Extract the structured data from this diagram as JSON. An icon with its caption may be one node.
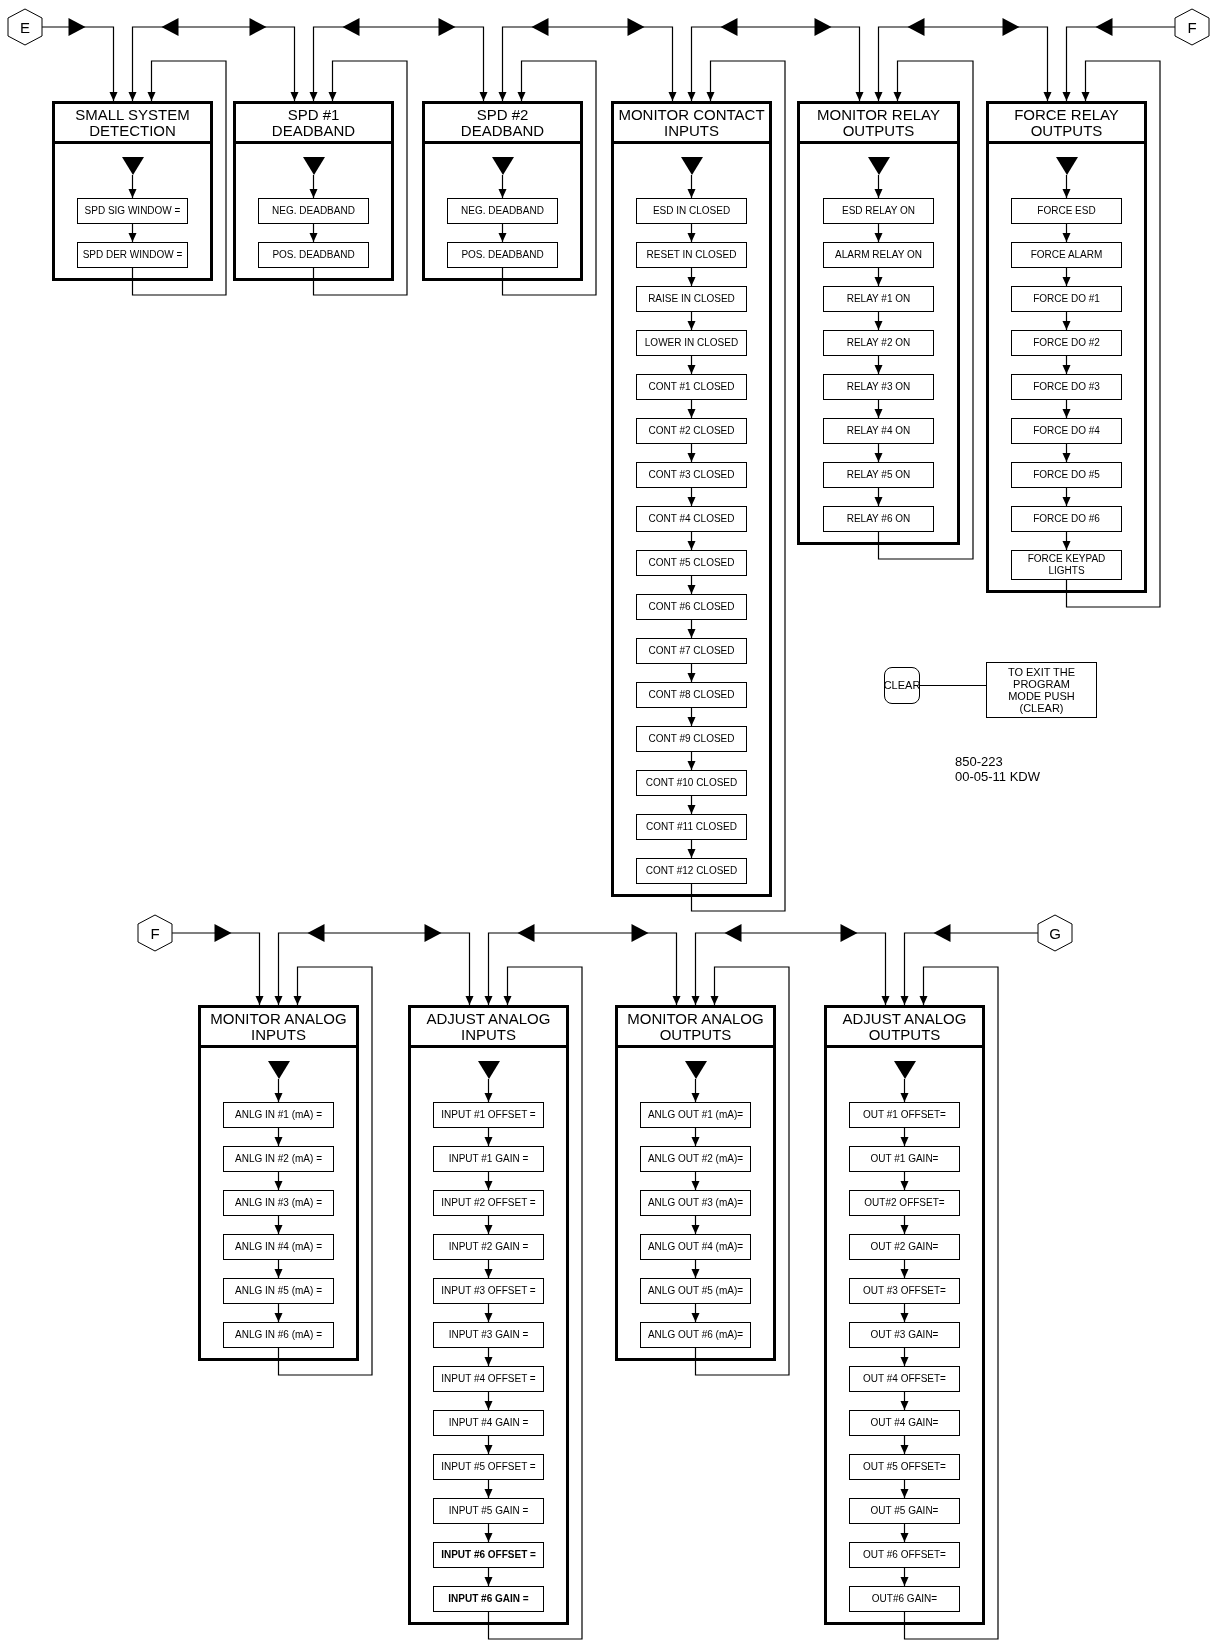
{
  "diagram": {
    "nodes": [
      {
        "text": [
          "E"
        ]
      },
      {
        "text": [
          "SMALL SYSTEM DETECTION"
        ]
      },
      {
        "text": [
          "SPD SIG WINDOW ="
        ],
        "in": 1
      },
      {
        "text": [
          "SPD DER WINDOW ="
        ],
        "in": 1
      },
      {
        "text": [
          "SPD #1 DEADBAND"
        ]
      },
      {
        "text": [
          "NEG. DEADBAND"
        ],
        "in": 4
      },
      {
        "text": [
          "POS. DEADBAND"
        ],
        "in": 4
      },
      {
        "text": [
          "SPD #2 DEADBAND"
        ]
      },
      {
        "text": [
          "NEG. DEADBAND"
        ],
        "in": 7
      },
      {
        "text": [
          "POS. DEADBAND"
        ],
        "in": 7
      },
      {
        "text": [
          "MONITOR CONTACT INPUTS"
        ]
      },
      {
        "text": [
          "ESD IN CLOSED"
        ],
        "in": 10
      },
      {
        "text": [
          "RESET IN CLOSED"
        ],
        "in": 10
      },
      {
        "text": [
          "RAISE IN CLOSED"
        ],
        "in": 10
      },
      {
        "text": [
          "LOWER IN CLOSED"
        ],
        "in": 10
      },
      {
        "text": [
          "CONT #1 CLOSED"
        ],
        "in": 10
      },
      {
        "text": [
          "CONT #2 CLOSED"
        ],
        "in": 10
      },
      {
        "text": [
          "CONT #3 CLOSED"
        ],
        "in": 10
      },
      {
        "text": [
          "CONT #4 CLOSED"
        ],
        "in": 10
      },
      {
        "text": [
          "CONT #5 CLOSED"
        ],
        "in": 10
      },
      {
        "text": [
          "CONT #6 CLOSED"
        ],
        "in": 10
      },
      {
        "text": [
          "CONT #7 CLOSED"
        ],
        "in": 10
      },
      {
        "text": [
          "CONT #8 CLOSED"
        ],
        "in": 10
      },
      {
        "text": [
          "CONT #9 CLOSED"
        ],
        "in": 10
      },
      {
        "text": [
          "CONT #10 CLOSED"
        ],
        "in": 10
      },
      {
        "text": [
          "CONT #11 CLOSED"
        ],
        "in": 10
      },
      {
        "text": [
          "CONT #12 CLOSED"
        ],
        "in": 10
      },
      {
        "text": [
          "MONITOR RELAY OUTPUTS"
        ]
      },
      {
        "text": [
          "ESD RELAY ON"
        ],
        "in": 27
      },
      {
        "text": [
          "ALARM RELAY ON"
        ],
        "in": 27
      },
      {
        "text": [
          "RELAY #1 ON"
        ],
        "in": 27
      },
      {
        "text": [
          "RELAY #2 ON"
        ],
        "in": 27
      },
      {
        "text": [
          "RELAY #3 ON"
        ],
        "in": 27
      },
      {
        "text": [
          "RELAY #4 ON"
        ],
        "in": 27
      },
      {
        "text": [
          "RELAY #5 ON"
        ],
        "in": 27
      },
      {
        "text": [
          "RELAY #6 ON"
        ],
        "in": 27
      },
      {
        "text": [
          "FORCE RELAY OUTPUTS"
        ]
      },
      {
        "text": [
          "FORCE ESD"
        ],
        "in": 36
      },
      {
        "text": [
          "FORCE ALARM"
        ],
        "in": 36
      },
      {
        "text": [
          "FORCE DO #1"
        ],
        "in": 36
      },
      {
        "text": [
          "FORCE DO #2"
        ],
        "in": 36
      },
      {
        "text": [
          "FORCE DO #3"
        ],
        "in": 36
      },
      {
        "text": [
          "FORCE DO #4"
        ],
        "in": 36
      },
      {
        "text": [
          "FORCE DO #5"
        ],
        "in": 36
      },
      {
        "text": [
          "FORCE DO #6"
        ],
        "in": 36
      },
      {
        "text": [
          "FORCE KEYPAD LIGHTS"
        ],
        "in": 36
      },
      {
        "text": [
          "F"
        ]
      },
      {
        "text": [
          "CLEAR"
        ]
      },
      {
        "text": [
          "TO EXIT THE PROGRAM MODE PUSH (CLEAR)"
        ]
      },
      {
        "text": [
          "F"
        ]
      },
      {
        "text": [
          "MONITOR ANALOG INPUTS"
        ]
      },
      {
        "text": [
          "ANLG IN #1 (mA) ="
        ],
        "in": 50
      },
      {
        "text": [
          "ANLG IN #2 (mA) ="
        ],
        "in": 50
      },
      {
        "text": [
          "ANLG IN #3 (mA) ="
        ],
        "in": 50
      },
      {
        "text": [
          "ANLG IN #4 (mA) ="
        ],
        "in": 50
      },
      {
        "text": [
          "ANLG IN #5 (mA) ="
        ],
        "in": 50
      },
      {
        "text": [
          "ANLG IN #6 (mA) ="
        ],
        "in": 50
      },
      {
        "text": [
          "ADJUST ANALOG INPUTS"
        ]
      },
      {
        "text": [
          "INPUT #1 OFFSET ="
        ],
        "in": 57
      },
      {
        "text": [
          "INPUT #1 GAIN ="
        ],
        "in": 57
      },
      {
        "text": [
          "INPUT #2 OFFSET ="
        ],
        "in": 57
      },
      {
        "text": [
          "INPUT #2 GAIN ="
        ],
        "in": 57
      },
      {
        "text": [
          "INPUT #3 OFFSET ="
        ],
        "in": 57
      },
      {
        "text": [
          "INPUT #3 GAIN ="
        ],
        "in": 57
      },
      {
        "text": [
          "INPUT #4 OFFSET ="
        ],
        "in": 57
      },
      {
        "text": [
          "INPUT #4 GAIN ="
        ],
        "in": 57
      },
      {
        "text": [
          "INPUT #5 OFFSET ="
        ],
        "in": 57
      },
      {
        "text": [
          "INPUT #5 GAIN ="
        ],
        "in": 57
      },
      {
        "text": [
          "INPUT #6 OFFSET ="
        ],
        "in": 57
      },
      {
        "text": [
          "INPUT #6 GAIN ="
        ],
        "in": 57
      },
      {
        "text": [
          "MONITOR ANALOG OUTPUTS"
        ]
      },
      {
        "text": [
          "ANLG OUT #1 (mA)="
        ],
        "in": 70
      },
      {
        "text": [
          "ANLG OUT #2 (mA)="
        ],
        "in": 70
      },
      {
        "text": [
          "ANLG OUT #3 (mA)="
        ],
        "in": 70
      },
      {
        "text": [
          "ANLG OUT #4 (mA)="
        ],
        "in": 70
      },
      {
        "text": [
          "ANLG OUT #5 (mA)="
        ],
        "in": 70
      },
      {
        "text": [
          "ANLG OUT #6 (mA)="
        ],
        "in": 70
      },
      {
        "text": [
          "ADJUST ANALOG OUTPUTS"
        ]
      },
      {
        "text": [
          "OUT #1 OFFSET="
        ],
        "in": 77
      },
      {
        "text": [
          "OUT #1 GAIN="
        ],
        "in": 77
      },
      {
        "text": [
          "OUT#2 OFFSET="
        ],
        "in": 77
      },
      {
        "text": [
          "OUT #2 GAIN="
        ],
        "in": 77
      },
      {
        "text": [
          "OUT #3 OFFSET="
        ],
        "in": 77
      },
      {
        "text": [
          "OUT #3 GAIN="
        ],
        "in": 77
      },
      {
        "text": [
          "OUT #4 OFFSET="
        ],
        "in": 77
      },
      {
        "text": [
          "OUT #4 GAIN="
        ],
        "in": 77
      },
      {
        "text": [
          "OUT #5 OFFSET="
        ],
        "in": 77
      },
      {
        "text": [
          "OUT #5 GAIN="
        ],
        "in": 77
      },
      {
        "text": [
          "OUT #6 OFFSET="
        ],
        "in": 77
      },
      {
        "text": [
          "OUT#6 GAIN="
        ],
        "in": 77
      },
      {
        "text": [
          "G"
        ]
      }
    ],
    "edges": [
      {
        "from": 0,
        "to": 1,
        "arrow": "to"
      },
      {
        "from": 1,
        "to": 4,
        "arrow": "both"
      },
      {
        "from": 4,
        "to": 7,
        "arrow": "both"
      },
      {
        "from": 7,
        "to": 10,
        "arrow": "both"
      },
      {
        "from": 10,
        "to": 27,
        "arrow": "both"
      },
      {
        "from": 27,
        "to": 36,
        "arrow": "both"
      },
      {
        "from": 46,
        "to": 36,
        "arrow": "to"
      },
      {
        "from": 3,
        "to": 1,
        "arrow": "to"
      },
      {
        "from": 6,
        "to": 4,
        "arrow": "to"
      },
      {
        "from": 9,
        "to": 7,
        "arrow": "to"
      },
      {
        "from": 26,
        "to": 10,
        "arrow": "to"
      },
      {
        "from": 35,
        "to": 27,
        "arrow": "to"
      },
      {
        "from": 45,
        "to": 36,
        "arrow": "to"
      },
      {
        "from": null,
        "to": 2,
        "arrow": "to"
      },
      {
        "from": 2,
        "to": 3,
        "arrow": "to"
      },
      {
        "from": null,
        "to": 5,
        "arrow": "to"
      },
      {
        "from": 5,
        "to": 6,
        "arrow": "to"
      },
      {
        "from": null,
        "to": 8,
        "arrow": "to"
      },
      {
        "from": 8,
        "to": 9,
        "arrow": "to"
      },
      {
        "from": null,
        "to": 11,
        "arrow": "to"
      },
      {
        "from": 11,
        "to": 12,
        "arrow": "to"
      },
      {
        "from": 12,
        "to": 13,
        "arrow": "to"
      },
      {
        "from": 13,
        "to": 14,
        "arrow": "to"
      },
      {
        "from": 14,
        "to": 15,
        "arrow": "to"
      },
      {
        "from": 15,
        "to": 16,
        "arrow": "to"
      },
      {
        "from": 16,
        "to": 17,
        "arrow": "to"
      },
      {
        "from": 17,
        "to": 18,
        "arrow": "to"
      },
      {
        "from": 18,
        "to": 19,
        "arrow": "to"
      },
      {
        "from": 19,
        "to": 20,
        "arrow": "to"
      },
      {
        "from": 20,
        "to": 21,
        "arrow": "to"
      },
      {
        "from": 21,
        "to": 22,
        "arrow": "to"
      },
      {
        "from": 22,
        "to": 23,
        "arrow": "to"
      },
      {
        "from": 23,
        "to": 24,
        "arrow": "to"
      },
      {
        "from": 24,
        "to": 25,
        "arrow": "to"
      },
      {
        "from": 25,
        "to": 26,
        "arrow": "to"
      },
      {
        "from": null,
        "to": 28,
        "arrow": "to"
      },
      {
        "from": 28,
        "to": 29,
        "arrow": "to"
      },
      {
        "from": 29,
        "to": 30,
        "arrow": "to"
      },
      {
        "from": 30,
        "to": 31,
        "arrow": "to"
      },
      {
        "from": 31,
        "to": 32,
        "arrow": "to"
      },
      {
        "from": 32,
        "to": 33,
        "arrow": "to"
      },
      {
        "from": 33,
        "to": 34,
        "arrow": "to"
      },
      {
        "from": 34,
        "to": 35,
        "arrow": "to"
      },
      {
        "from": null,
        "to": 37,
        "arrow": "to"
      },
      {
        "from": 37,
        "to": 38,
        "arrow": "to"
      },
      {
        "from": 38,
        "to": 39,
        "arrow": "to"
      },
      {
        "from": 39,
        "to": 40,
        "arrow": "to"
      },
      {
        "from": 40,
        "to": 41,
        "arrow": "to"
      },
      {
        "from": 41,
        "to": 42,
        "arrow": "to"
      },
      {
        "from": 42,
        "to": 43,
        "arrow": "to"
      },
      {
        "from": 43,
        "to": 44,
        "arrow": "to"
      },
      {
        "from": 44,
        "to": 45,
        "arrow": "to"
      },
      {
        "from": 47,
        "to": 48,
        "arrow": "none"
      },
      {
        "from": 49,
        "to": 50,
        "arrow": "to"
      },
      {
        "from": 50,
        "to": 57,
        "arrow": "both"
      },
      {
        "from": 57,
        "to": 70,
        "arrow": "both"
      },
      {
        "from": 70,
        "to": 77,
        "arrow": "both"
      },
      {
        "from": 90,
        "to": 77,
        "arrow": "to"
      },
      {
        "from": 56,
        "to": 50,
        "arrow": "to"
      },
      {
        "from": 69,
        "to": 57,
        "arrow": "to"
      },
      {
        "from": 76,
        "to": 70,
        "arrow": "to"
      },
      {
        "from": 89,
        "to": 77,
        "arrow": "to"
      },
      {
        "from": null,
        "to": 51,
        "arrow": "to"
      },
      {
        "from": 51,
        "to": 52,
        "arrow": "to"
      },
      {
        "from": 52,
        "to": 53,
        "arrow": "to"
      },
      {
        "from": 53,
        "to": 54,
        "arrow": "to"
      },
      {
        "from": 54,
        "to": 55,
        "arrow": "to"
      },
      {
        "from": 55,
        "to": 56,
        "arrow": "to"
      },
      {
        "from": null,
        "to": 58,
        "arrow": "to"
      },
      {
        "from": 58,
        "to": 59,
        "arrow": "to"
      },
      {
        "from": 59,
        "to": 60,
        "arrow": "to"
      },
      {
        "from": 60,
        "to": 61,
        "arrow": "to"
      },
      {
        "from": 61,
        "to": 62,
        "arrow": "to"
      },
      {
        "from": 62,
        "to": 63,
        "arrow": "to"
      },
      {
        "from": 63,
        "to": 64,
        "arrow": "to"
      },
      {
        "from": 64,
        "to": 65,
        "arrow": "to"
      },
      {
        "from": 65,
        "to": 66,
        "arrow": "to"
      },
      {
        "from": 66,
        "to": 67,
        "arrow": "to"
      },
      {
        "from": 67,
        "to": 68,
        "arrow": "to"
      },
      {
        "from": 68,
        "to": 69,
        "arrow": "to"
      },
      {
        "from": null,
        "to": 71,
        "arrow": "to"
      },
      {
        "from": 71,
        "to": 72,
        "arrow": "to"
      },
      {
        "from": 72,
        "to": 73,
        "arrow": "to"
      },
      {
        "from": 73,
        "to": 74,
        "arrow": "to"
      },
      {
        "from": 74,
        "to": 75,
        "arrow": "to"
      },
      {
        "from": 75,
        "to": 76,
        "arrow": "to"
      },
      {
        "from": null,
        "to": 78,
        "arrow": "to"
      },
      {
        "from": 78,
        "to": 79,
        "arrow": "to"
      },
      {
        "from": 79,
        "to": 80,
        "arrow": "to"
      },
      {
        "from": 80,
        "to": 81,
        "arrow": "to"
      },
      {
        "from": 81,
        "to": 82,
        "arrow": "to"
      },
      {
        "from": 82,
        "to": 83,
        "arrow": "to"
      },
      {
        "from": 83,
        "to": 84,
        "arrow": "to"
      },
      {
        "from": 84,
        "to": 85,
        "arrow": "to"
      },
      {
        "from": 85,
        "to": 86,
        "arrow": "to"
      },
      {
        "from": 86,
        "to": 87,
        "arrow": "to"
      },
      {
        "from": 87,
        "to": 88,
        "arrow": "to"
      },
      {
        "from": 88,
        "to": 89,
        "arrow": "to"
      }
    ],
    "labels": [
      "850-223",
      "00-05-11 KDW"
    ]
  }
}
